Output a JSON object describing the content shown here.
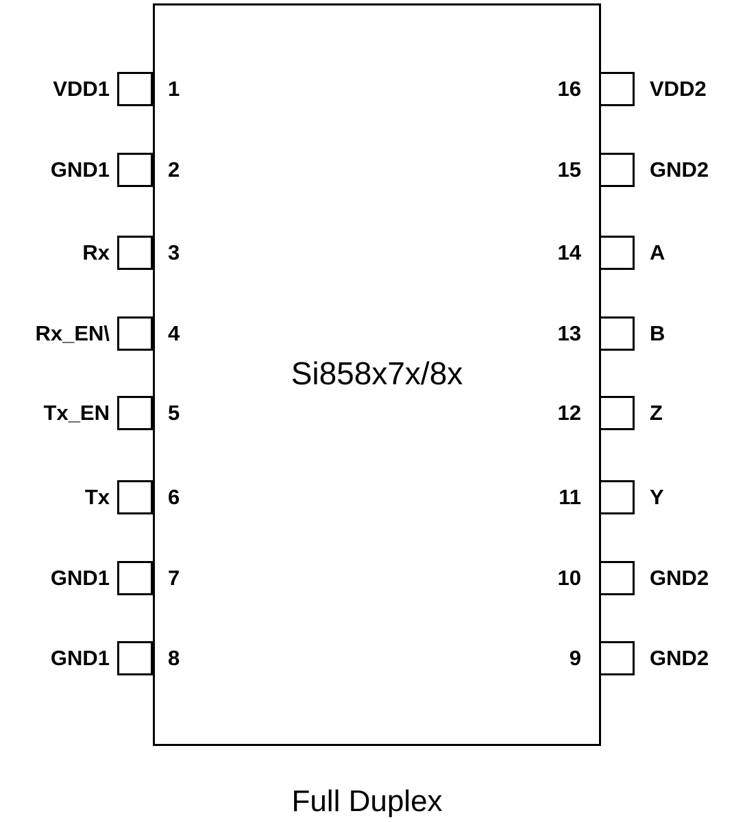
{
  "chip": {
    "title": "Si858x7x/8x",
    "caption": "Full Duplex",
    "left_pins": [
      {
        "number": "1",
        "label": "VDD1"
      },
      {
        "number": "2",
        "label": "GND1"
      },
      {
        "number": "3",
        "label": "Rx"
      },
      {
        "number": "4",
        "label": "Rx_EN\\"
      },
      {
        "number": "5",
        "label": "Tx_EN"
      },
      {
        "number": "6",
        "label": "Tx"
      },
      {
        "number": "7",
        "label": "GND1"
      },
      {
        "number": "8",
        "label": "GND1"
      }
    ],
    "right_pins": [
      {
        "number": "16",
        "label": "VDD2"
      },
      {
        "number": "15",
        "label": "GND2"
      },
      {
        "number": "14",
        "label": "A"
      },
      {
        "number": "13",
        "label": "B"
      },
      {
        "number": "12",
        "label": "Z"
      },
      {
        "number": "11",
        "label": "Y"
      },
      {
        "number": "10",
        "label": "GND2"
      },
      {
        "number": "9",
        "label": "GND2"
      }
    ],
    "colors": {
      "line": "#000000",
      "background": "#ffffff"
    }
  }
}
